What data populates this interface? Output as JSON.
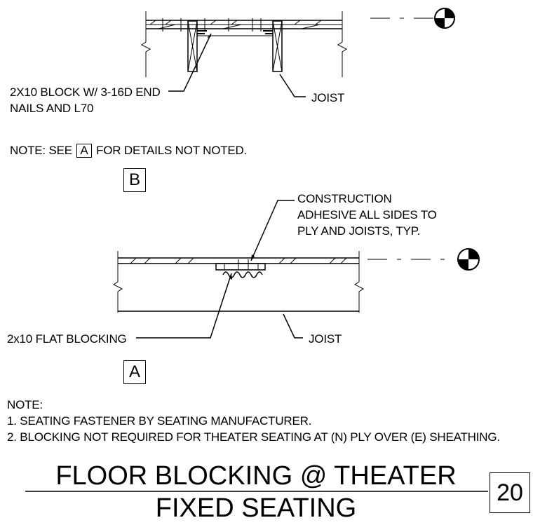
{
  "detail_b": {
    "label_block": [
      "2X10 BLOCK W/ 3-16D END",
      "NAILS AND L70"
    ],
    "label_joist": "JOIST",
    "note_prefix": "NOTE:  SEE",
    "note_ref": "A",
    "note_suffix": "FOR DETAILS NOT NOTED.",
    "tag": "B"
  },
  "detail_a": {
    "label_adhesive": [
      "CONSTRUCTION",
      "ADHESIVE ALL SIDES TO",
      "PLY AND JOISTS, TYP."
    ],
    "label_blocking": "2x10 FLAT BLOCKING",
    "label_joist": "JOIST",
    "tag": "A"
  },
  "notes": {
    "heading": "NOTE:",
    "items": [
      "1.   SEATING FASTENER BY SEATING MANUFACTURER.",
      "2.   BLOCKING NOT REQUIRED FOR THEATER SEATING AT (N) PLY OVER (E) SHEATHING."
    ]
  },
  "title_block": {
    "line1": "FLOOR BLOCKING @ THEATER",
    "line2": "FIXED SEATING",
    "detail_number": "20"
  }
}
